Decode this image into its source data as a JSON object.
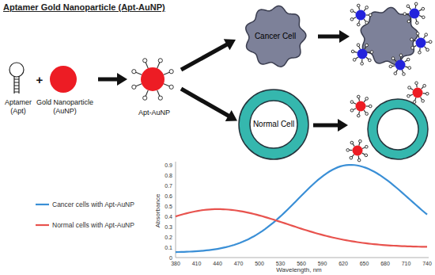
{
  "diagram": {
    "title": "Aptamer Gold Nanoparticle (Apt-AuNP)",
    "nodes": [
      {
        "text": [
          "Aptamer (Apt)"
        ]
      },
      {
        "text": [
          "Gold Nanoparticle (AuNP)"
        ]
      },
      {
        "text": [
          "Apt-AuNP"
        ]
      },
      {
        "text": [
          "Cancer Cell"
        ]
      },
      {
        "text": [
          "Normal Cell"
        ]
      }
    ],
    "edges": [
      {
        "from": 1,
        "to": 2,
        "arrow": "to"
      },
      {
        "from": 2,
        "to": 3,
        "arrow": "to"
      },
      {
        "from": 2,
        "to": 4,
        "arrow": "to"
      }
    ],
    "labels": [
      "+",
      "0.9",
      "0.8",
      "0.7",
      "0.6",
      "0.5",
      "0.4",
      "0.3",
      "0.2",
      "0.1",
      "0",
      "Absorbance",
      "380",
      "410",
      "440",
      "470",
      "500",
      "530",
      "560",
      "590",
      "620",
      "650",
      "680",
      "710",
      "740",
      "Wavelength, nm"
    ],
    "legend": [
      {
        "text": "Cancer cells with Apt-AuNP"
      },
      {
        "text": "Normal cells with Apt-AuNP"
      }
    ]
  }
}
